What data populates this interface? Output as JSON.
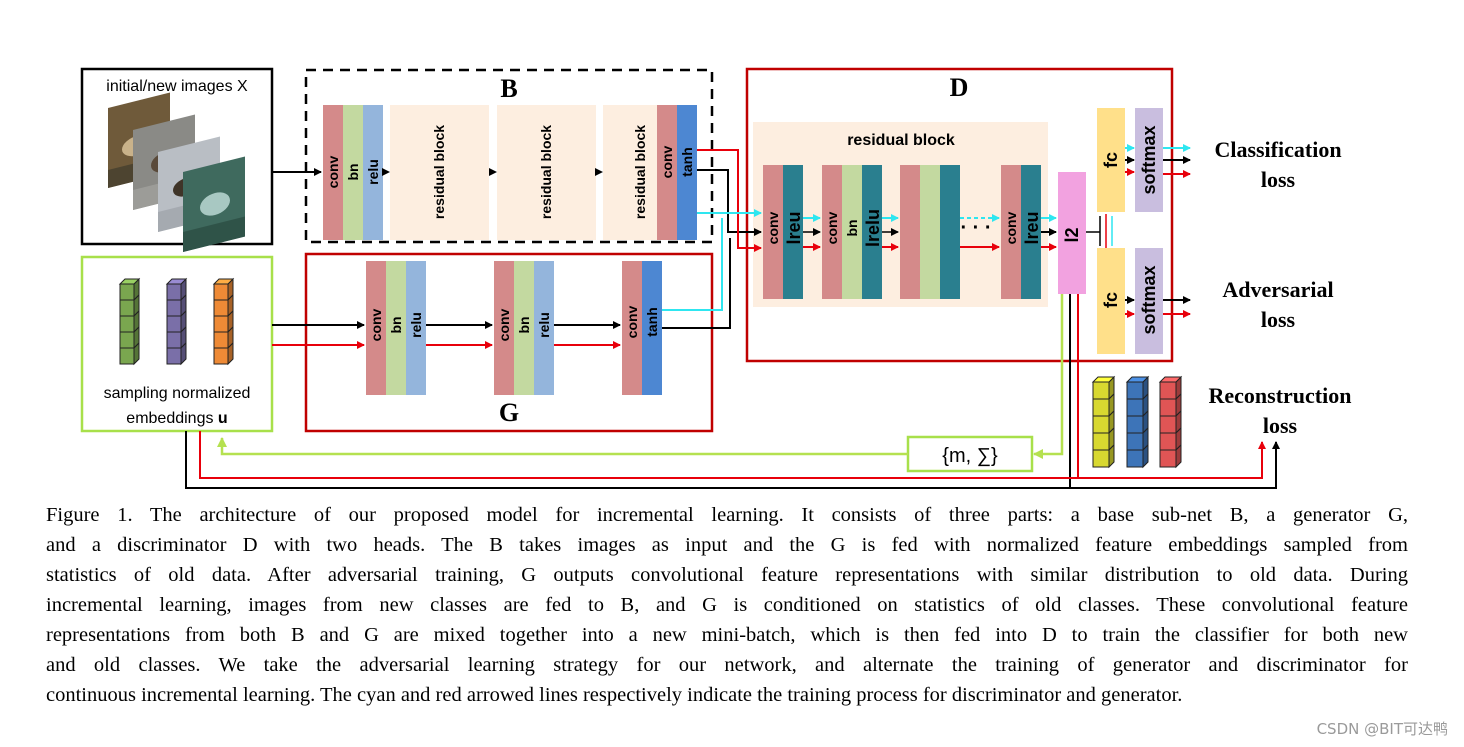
{
  "figure": {
    "input_box_label": "initial/new images X",
    "embedding_box_label_line1": "sampling normalized",
    "embedding_box_label_line2": "embeddings ",
    "embedding_box_label_bold": "u",
    "block_B_title": "B",
    "block_G_title": "G",
    "block_D_title": "D",
    "layer_conv": "conv",
    "layer_bn": "bn",
    "layer_relu": "relu",
    "layer_tanh": "tanh",
    "layer_lreu": "lreu",
    "layer_lrelu": "lrelu",
    "residual_block": "residual block",
    "d_residual_block": "residual block",
    "ellipsis": "· · ·",
    "l2_label": "l2",
    "fc_label": "fc",
    "softmax_label": "softmax",
    "stats_label": "{m,  ∑}",
    "loss_classification_1": "Classification",
    "loss_classification_2": "loss",
    "loss_adversarial_1": "Adversarial",
    "loss_adversarial_2": "loss",
    "loss_reconstruction_1": "Reconstruction",
    "loss_reconstruction_2": "loss"
  },
  "colors": {
    "conv": "#d48a8a",
    "bn": "#c3d9a0",
    "relu": "#94b5dc",
    "tanh": "#4d87d2",
    "lreu": "#2a7f8f",
    "residual": "#fdeee0",
    "l2": "#f2a2e0",
    "fc": "#ffe08a",
    "softmax": "#c9bedf",
    "red_arrow": "#e8000b",
    "cyan_arrow": "#2ee6f0",
    "green_arrow": "#b5e150",
    "frame_red": "#c00000",
    "frame_green": "#a8e04a",
    "embed_green": "#7aa64f",
    "embed_purple": "#7a6fa8",
    "embed_orange": "#ee8a36",
    "recon_yellow": "#d8d830",
    "recon_blue": "#3d74b8",
    "recon_red": "#e05555"
  },
  "caption": {
    "lines": [
      "Figure 1. The architecture of our proposed model for incremental learning.  It consists of three parts:  a base sub-net B, a generator G,",
      "and a discriminator D with two heads. The B takes images as input and the G is fed with normalized feature embeddings sampled from",
      "statistics of old data. After adversarial training, G outputs convolutional feature representations with similar distribution to old data. During",
      "incremental learning, images from new classes are fed to B, and G is conditioned on statistics of old classes. These convolutional feature",
      "representations from both B and G are mixed together into a new mini-batch, which is then fed into D to train the classifier for both new",
      "and old classes.  We take the adversarial learning strategy for our network, and alternate the training of generator and discriminator for",
      "continuous incremental learning. The cyan and red arrowed lines respectively indicate the training process for discriminator and generator."
    ]
  },
  "watermark": "CSDN @BIT可达鸭"
}
